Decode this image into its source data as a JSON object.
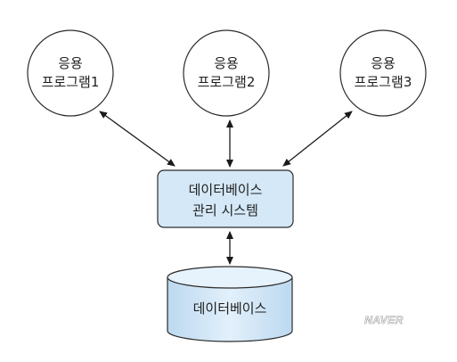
{
  "applications": [
    {
      "line1": "응용",
      "line2": "프로그램1"
    },
    {
      "line1": "응용",
      "line2": "프로그램2"
    },
    {
      "line1": "응용",
      "line2": "프로그램3"
    }
  ],
  "dbms": {
    "line1": "데이터베이스",
    "line2": "관리 시스템"
  },
  "database": {
    "label": "데이터베이스"
  },
  "watermark": "NAVER",
  "colors": {
    "box_fill": "#d4e8f7",
    "cylinder_fill": "#cfe5f6",
    "outline": "#2b2b2b"
  }
}
